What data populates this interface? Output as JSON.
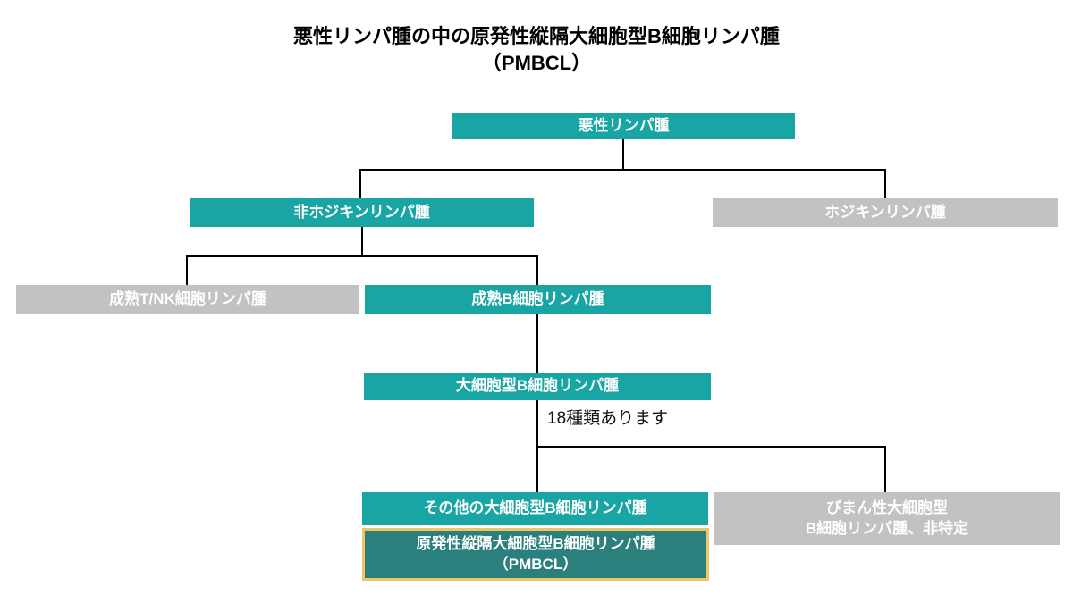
{
  "title": {
    "line1": "悪性リンパ腫の中の原発性縦隔大細胞型B細胞リンパ腫",
    "line2": "（PMBCL）"
  },
  "nodes": {
    "malignant": {
      "label": "悪性リンパ腫"
    },
    "nonhodgkin": {
      "label": "非ホジキンリンパ腫"
    },
    "hodgkin": {
      "label": "ホジキンリンパ腫"
    },
    "tnk": {
      "label": "成熟T/NK細胞リンパ腫"
    },
    "matureb": {
      "label": "成熟B細胞リンパ腫"
    },
    "largeb": {
      "label": "大細胞型B細胞リンパ腫"
    },
    "other": {
      "label": "その他の大細胞型B細胞リンパ腫"
    },
    "pmbcl": {
      "line1": "原発性縦隔大細胞型B細胞リンパ腫",
      "line2": "（PMBCL）"
    },
    "diffuse": {
      "line1": "びまん性大細胞型",
      "line2": "B細胞リンパ腫、非特定"
    }
  },
  "note": {
    "text": "18種類あります"
  },
  "colors": {
    "teal": "#1AA5A5",
    "gray": "#C2C2C2",
    "pmbcl-fill": "#2B807E",
    "pmbcl-border": "#EDC767",
    "line": "#000000",
    "box-text": "#FFFFFF",
    "title-text": "#000000"
  }
}
